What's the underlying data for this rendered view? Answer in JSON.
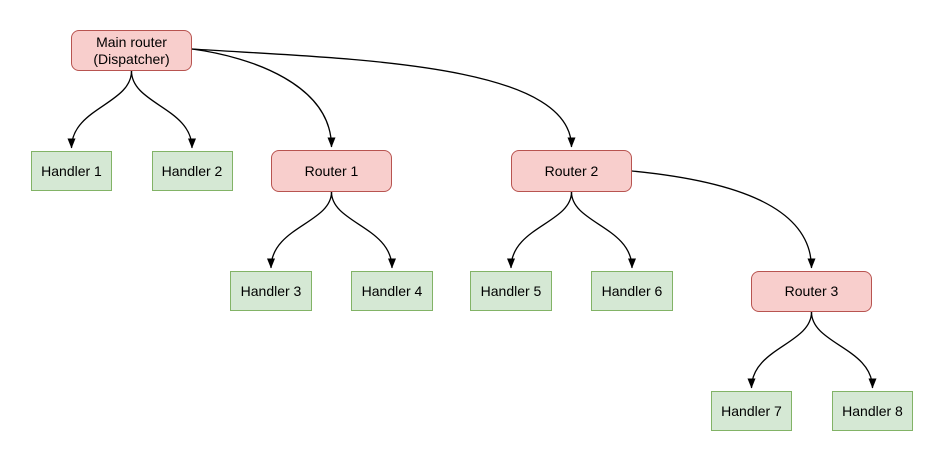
{
  "diagram": {
    "background_color": "#ffffff",
    "edge_color": "#000000",
    "text_color": "#000000",
    "node_styles": {
      "router": {
        "fill": "#f8cecc",
        "stroke": "#b85450"
      },
      "handler": {
        "fill": "#d5e8d4",
        "stroke": "#82b366"
      }
    },
    "nodes": [
      {
        "id": "main-router",
        "label": "Main router\n(Dispatcher)",
        "type": "router"
      },
      {
        "id": "handler-1",
        "label": "Handler 1",
        "type": "handler"
      },
      {
        "id": "handler-2",
        "label": "Handler 2",
        "type": "handler"
      },
      {
        "id": "router-1",
        "label": "Router 1",
        "type": "router"
      },
      {
        "id": "router-2",
        "label": "Router 2",
        "type": "router"
      },
      {
        "id": "handler-3",
        "label": "Handler 3",
        "type": "handler"
      },
      {
        "id": "handler-4",
        "label": "Handler 4",
        "type": "handler"
      },
      {
        "id": "handler-5",
        "label": "Handler 5",
        "type": "handler"
      },
      {
        "id": "handler-6",
        "label": "Handler 6",
        "type": "handler"
      },
      {
        "id": "router-3",
        "label": "Router 3",
        "type": "router"
      },
      {
        "id": "handler-7",
        "label": "Handler 7",
        "type": "handler"
      },
      {
        "id": "handler-8",
        "label": "Handler 8",
        "type": "handler"
      }
    ],
    "edges": [
      {
        "from": "main-router",
        "to": "handler-1"
      },
      {
        "from": "main-router",
        "to": "handler-2"
      },
      {
        "from": "main-router",
        "to": "router-1"
      },
      {
        "from": "main-router",
        "to": "router-2"
      },
      {
        "from": "router-1",
        "to": "handler-3"
      },
      {
        "from": "router-1",
        "to": "handler-4"
      },
      {
        "from": "router-2",
        "to": "handler-5"
      },
      {
        "from": "router-2",
        "to": "handler-6"
      },
      {
        "from": "router-2",
        "to": "router-3"
      },
      {
        "from": "router-3",
        "to": "handler-7"
      },
      {
        "from": "router-3",
        "to": "handler-8"
      }
    ]
  }
}
